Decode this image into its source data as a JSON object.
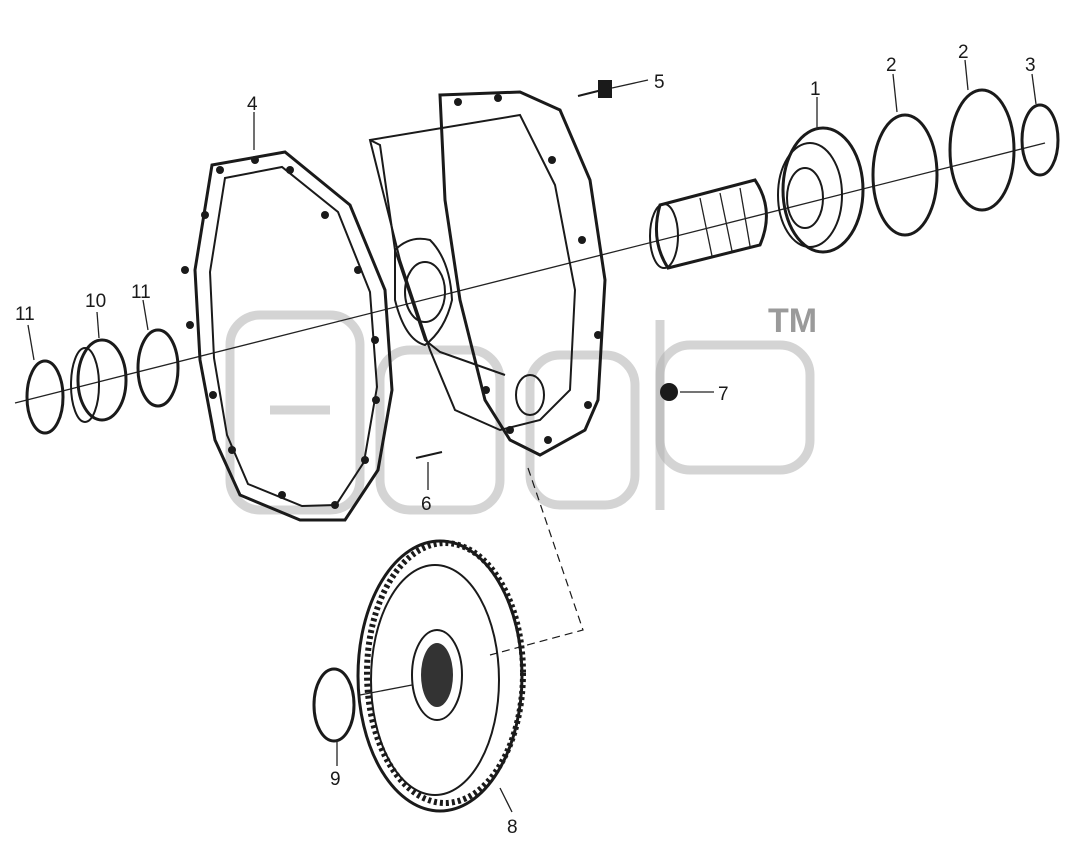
{
  "diagram": {
    "watermark_mark": "TM",
    "callouts": [
      {
        "id": "1",
        "label": "1"
      },
      {
        "id": "2a",
        "label": "2"
      },
      {
        "id": "2b",
        "label": "2"
      },
      {
        "id": "3",
        "label": "3"
      },
      {
        "id": "4",
        "label": "4"
      },
      {
        "id": "5",
        "label": "5"
      },
      {
        "id": "6",
        "label": "6"
      },
      {
        "id": "7",
        "label": "7"
      },
      {
        "id": "8",
        "label": "8"
      },
      {
        "id": "9",
        "label": "9"
      },
      {
        "id": "10",
        "label": "10"
      },
      {
        "id": "11a",
        "label": "11"
      },
      {
        "id": "11b",
        "label": "11"
      }
    ],
    "colors": {
      "ink": "#1a1a1a",
      "watermark": "#b0b0b0",
      "background": "#ffffff"
    }
  }
}
